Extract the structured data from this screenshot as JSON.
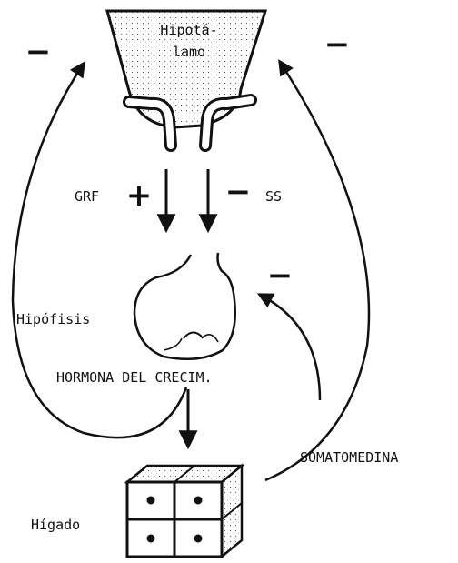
{
  "labels": {
    "hypothalamus_line1": "Hipotá-",
    "hypothalamus_line2": "lamo",
    "grf": "GRF",
    "ss": "SS",
    "pituitary": "Hipófisis",
    "growth_hormone": "HORMONA DEL CRECIM.",
    "somatomedin": "SOMATOMEDINA",
    "liver": "Hígado"
  },
  "signs": {
    "hypothalamus_left": "−",
    "hypothalamus_right": "−",
    "grf": "+",
    "ss": "−",
    "pituitary_feedback": "−"
  }
}
